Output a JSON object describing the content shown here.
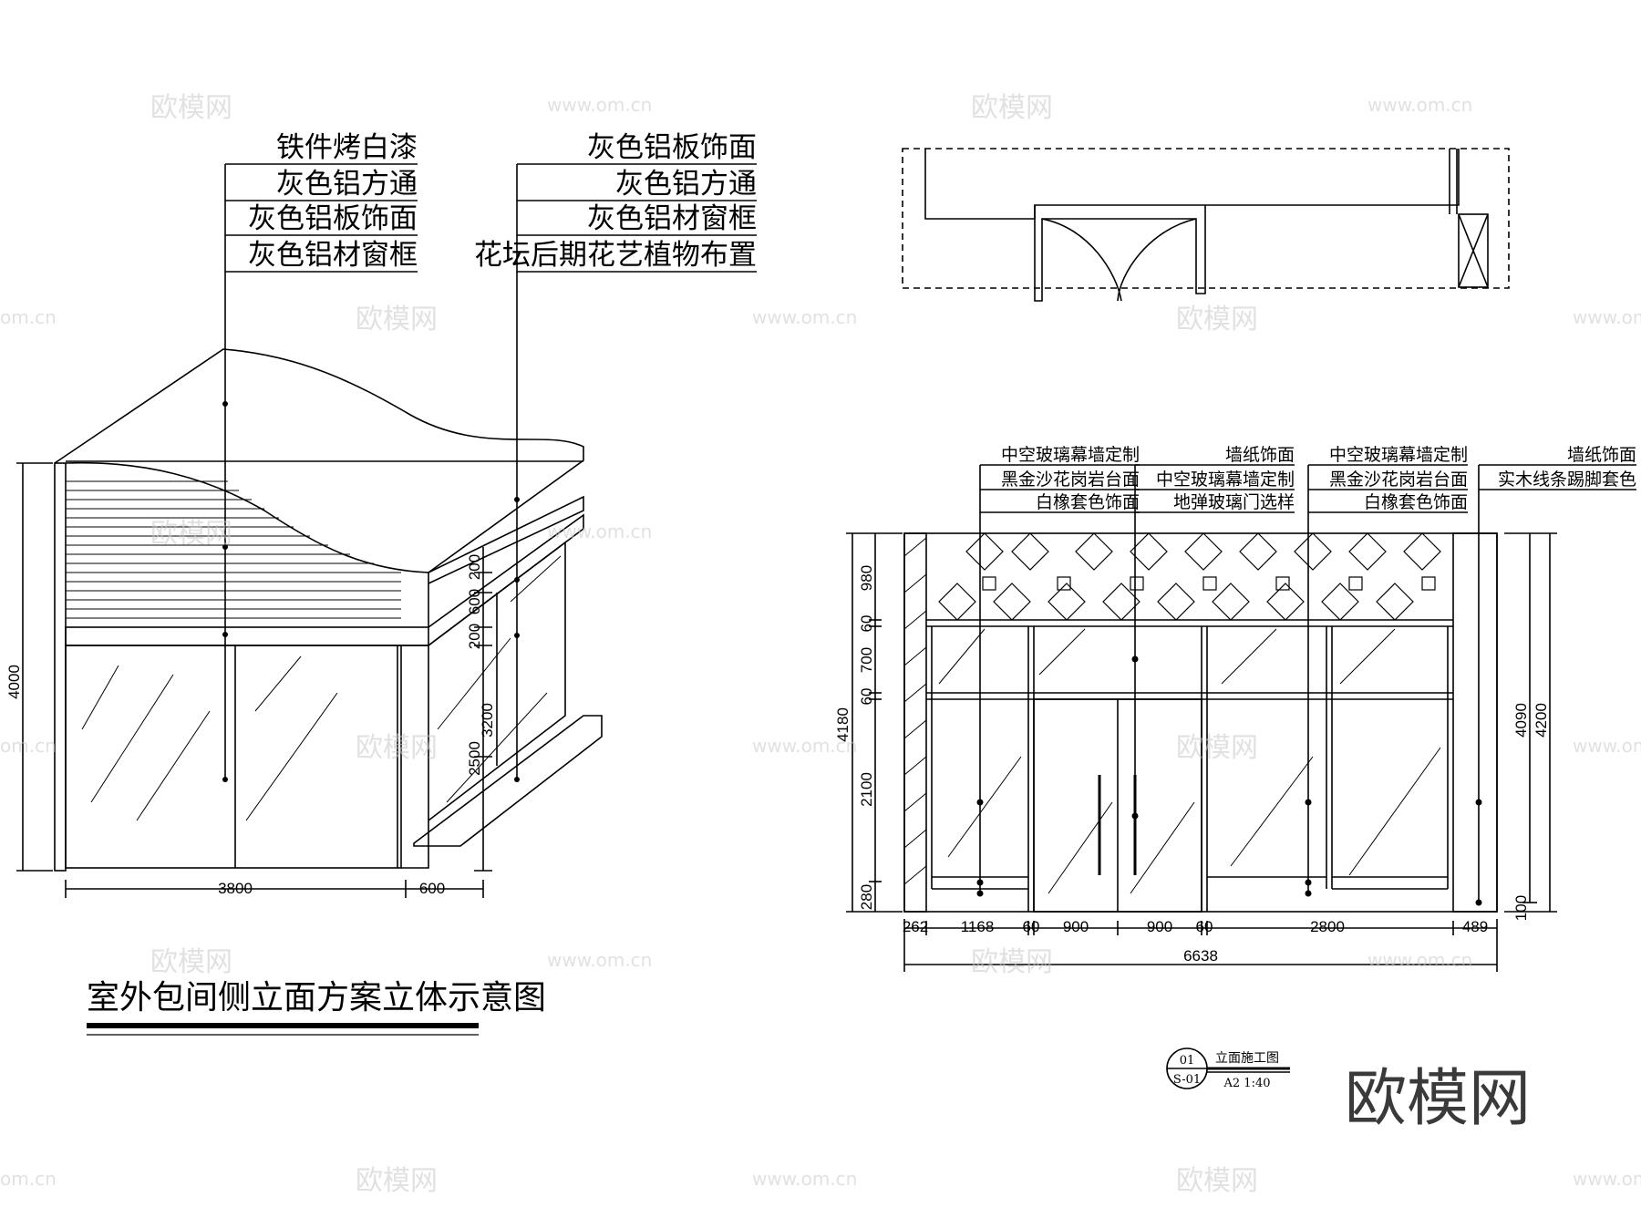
{
  "watermarks": {
    "brand": "欧模网",
    "url": "www.om.cn",
    "url_short": "om.cn"
  },
  "left_drawing": {
    "title": "室外包间侧立面方案立体示意图",
    "left_callouts": [
      "铁件烤白漆",
      "灰色铝方通",
      "灰色铝板饰面",
      "灰色铝材窗框"
    ],
    "right_callouts": [
      "灰色铝板饰面",
      "灰色铝方通",
      "灰色铝材窗框",
      "花坛后期花艺植物布置"
    ],
    "dims": {
      "height_total": "4000",
      "width_main": "3800",
      "width_side": "600",
      "band_top": "200",
      "band_mid": "600",
      "band_bottom": "200",
      "glass_height": "3200",
      "door_height": "2500"
    }
  },
  "right_drawing": {
    "callouts_group1_left": [
      "中空玻璃幕墙定制",
      "黑金沙花岗岩台面",
      "白橡套色饰面"
    ],
    "callouts_group1_right": [
      "墙纸饰面",
      "中空玻璃幕墙定制",
      "地弹玻璃门选样"
    ],
    "callouts_group2_left": [
      "中空玻璃幕墙定制",
      "黑金沙花岗岩台面",
      "白橡套色饰面"
    ],
    "callouts_group2_right": [
      "墙纸饰面",
      "实木线条踢脚套色"
    ],
    "dims_left_stack": [
      "980",
      "60",
      "700",
      "60",
      "2100",
      "280"
    ],
    "dim_left_total": "4180",
    "dims_right": [
      "4090",
      "4200",
      "100"
    ],
    "dims_bottom": [
      "262",
      "1168",
      "60",
      "900",
      "900",
      "60",
      "2800",
      "489"
    ],
    "dim_bottom_total": "6638",
    "title_block": {
      "circle_top": "01",
      "circle_bottom": "S-01",
      "name": "立面施工图",
      "scale": "A2 1:40"
    }
  },
  "logo_text": "欧模网"
}
